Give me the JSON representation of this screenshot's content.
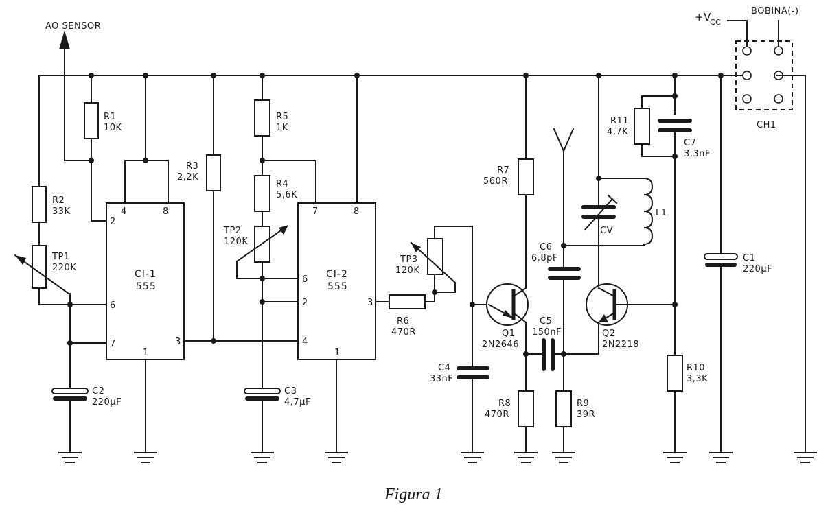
{
  "caption": "Figura 1",
  "labels": {
    "ao_sensor": "AO SENSOR",
    "vcc_prefix": "+V",
    "vcc_sub": "CC",
    "bobina": "BOBINA(-)",
    "ch1": "CH1"
  },
  "ics": [
    {
      "name": "CI-1",
      "type": "555",
      "pins": [
        "4",
        "8",
        "2",
        "6",
        "7",
        "3",
        "1"
      ]
    },
    {
      "name": "CI-2",
      "type": "555",
      "pins": [
        "7",
        "8",
        "6",
        "2",
        "4",
        "3",
        "1"
      ]
    }
  ],
  "components": {
    "r1": {
      "ref": "R1",
      "value": "10K"
    },
    "r2": {
      "ref": "R2",
      "value": "33K"
    },
    "tp1": {
      "ref": "TP1",
      "value": "220K"
    },
    "c2": {
      "ref": "C2",
      "value": "220µF"
    },
    "r3": {
      "ref": "R3",
      "value": "2,2K"
    },
    "r5": {
      "ref": "R5",
      "value": "1K"
    },
    "r4": {
      "ref": "R4",
      "value": "5,6K"
    },
    "tp2": {
      "ref": "TP2",
      "value": "120K"
    },
    "c3": {
      "ref": "C3",
      "value": "4,7µF"
    },
    "r6": {
      "ref": "R6",
      "value": "470R"
    },
    "tp3": {
      "ref": "TP3",
      "value": "120K"
    },
    "c4": {
      "ref": "C4",
      "value": "33nF"
    },
    "r7": {
      "ref": "R7",
      "value": "560R"
    },
    "q1": {
      "ref": "Q1",
      "value": "2N2646"
    },
    "r8": {
      "ref": "R8",
      "value": "470R"
    },
    "c6": {
      "ref": "C6",
      "value": "6,8pF"
    },
    "c5": {
      "ref": "C5",
      "value": "150nF"
    },
    "r9": {
      "ref": "R9",
      "value": "39R"
    },
    "cv": {
      "ref": "CV",
      "value": ""
    },
    "l1": {
      "ref": "L1",
      "value": ""
    },
    "q2": {
      "ref": "Q2",
      "value": "2N2218"
    },
    "r11": {
      "ref": "R11",
      "value": "4,7K"
    },
    "c7": {
      "ref": "C7",
      "value": "3,3nF"
    },
    "r10": {
      "ref": "R10",
      "value": "3,3K"
    },
    "c1": {
      "ref": "C1",
      "value": "220µF"
    }
  }
}
